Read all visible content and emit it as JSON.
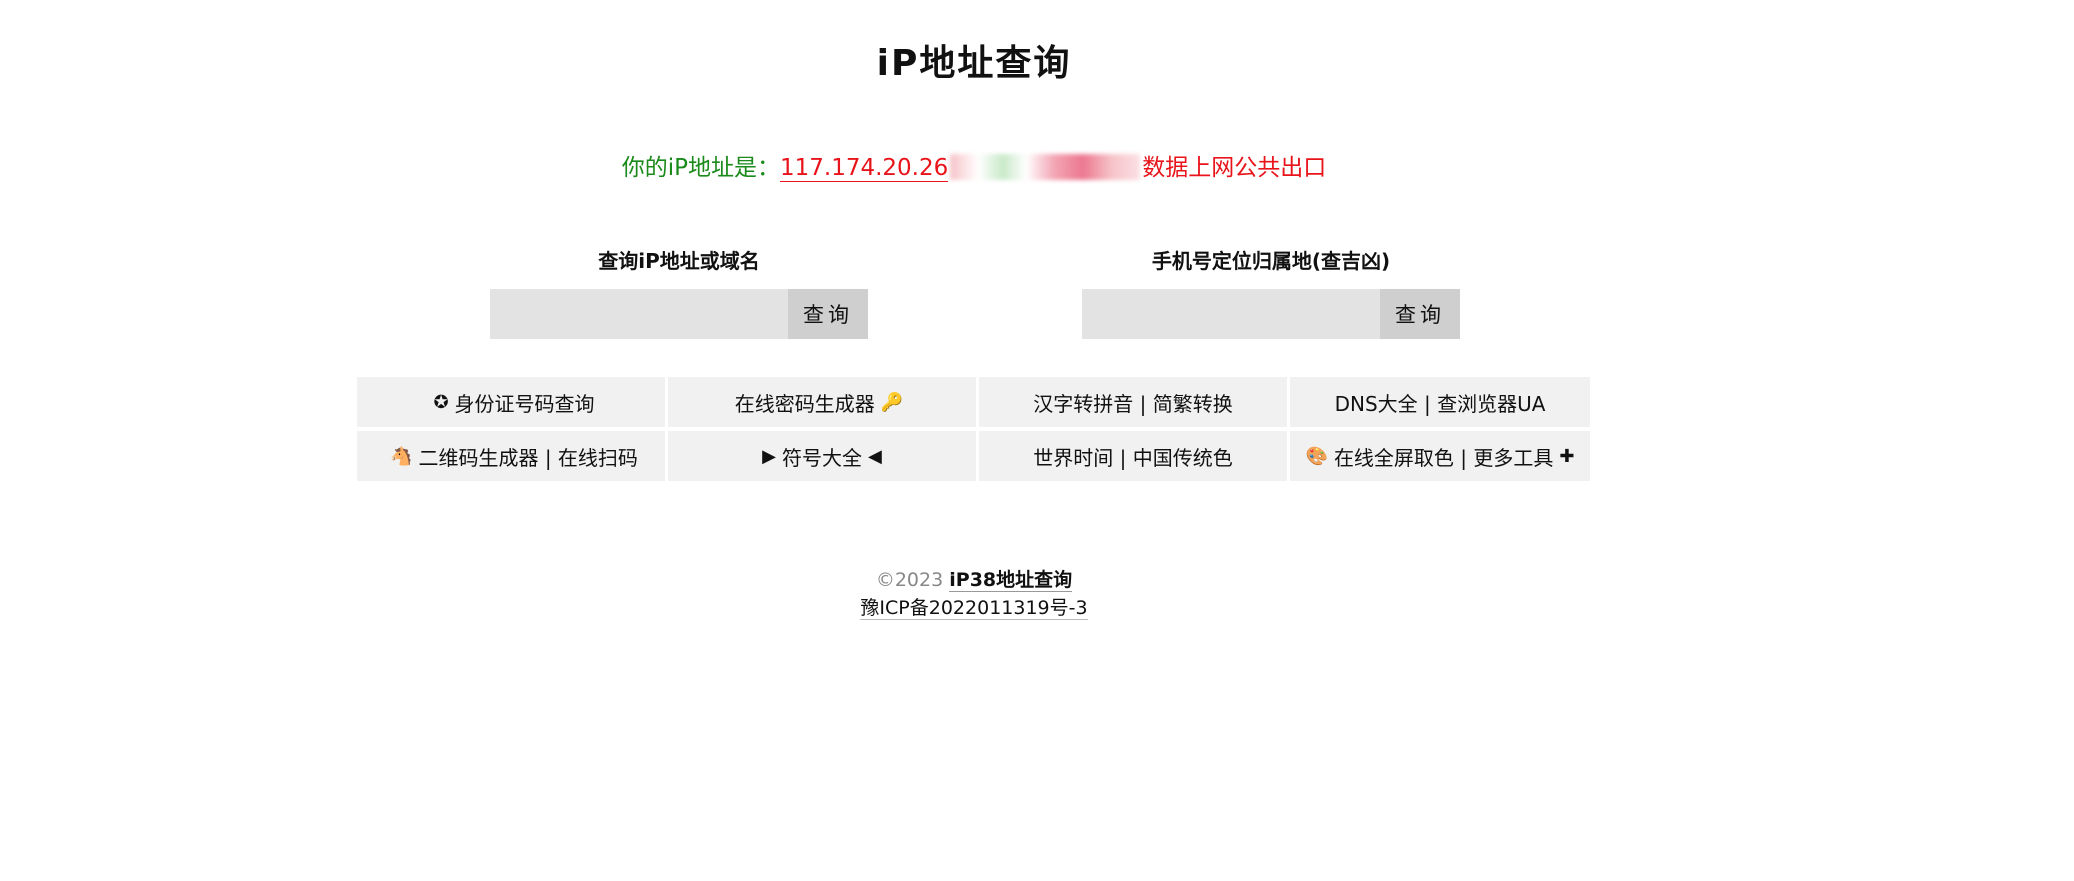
{
  "title": "iP地址查询",
  "ip_info": {
    "prefix": "你的iP地址是：",
    "ip": "117.174.20.26",
    "suffix": "数据上网公共出口"
  },
  "search_ip": {
    "label": "查询iP地址或域名",
    "placeholder": "",
    "button": "查询"
  },
  "search_phone": {
    "label": "手机号定位归属地(查吉凶)",
    "placeholder": "",
    "button": "查询"
  },
  "tools": [
    {
      "pre_icon": "✪",
      "label": "身份证号码查询",
      "post_icon": ""
    },
    {
      "pre_icon": "",
      "label": "在线密码生成器",
      "post_icon": "🔑"
    },
    {
      "pre_icon": "",
      "label": "汉字转拼音 | 简繁转换",
      "post_icon": ""
    },
    {
      "pre_icon": "",
      "label": "DNS大全 | 查浏览器UA",
      "post_icon": ""
    },
    {
      "pre_icon": "🐴",
      "label": "二维码生成器 | 在线扫码",
      "post_icon": ""
    },
    {
      "pre_icon": "▶",
      "label": "符号大全",
      "post_icon": "◀"
    },
    {
      "pre_icon": "",
      "label": "世界时间 | 中国传统色",
      "post_icon": ""
    },
    {
      "pre_icon": "🎨",
      "label": "在线全屏取色 | 更多工具",
      "post_icon": "✚"
    }
  ],
  "footer": {
    "copyright": "©2023",
    "site_name": "iP38地址查询",
    "icp": "豫ICP备2022011319号-3"
  }
}
